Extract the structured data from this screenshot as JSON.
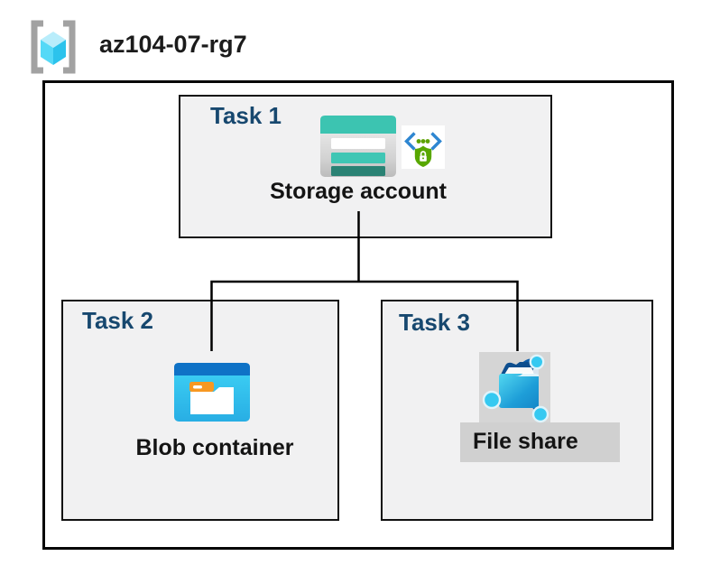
{
  "header": {
    "resource_group_name": "az104-07-rg7"
  },
  "tasks": [
    {
      "label": "Task 1",
      "item": "Storage account"
    },
    {
      "label": "Task 2",
      "item": "Blob container"
    },
    {
      "label": "Task 3",
      "item": "File share"
    }
  ],
  "connections": [
    {
      "from": "Storage account",
      "to": "Blob container"
    },
    {
      "from": "Storage account",
      "to": "File share"
    }
  ],
  "icons": {
    "resource_group": "resource-group-icon",
    "storage_account": "storage-account-icon",
    "secure_endpoint": "secure-endpoint-icon",
    "blob_container": "blob-container-icon",
    "file_share": "file-share-icon"
  },
  "colors": {
    "task_label": "#17486F",
    "box_fill": "#F1F1F2",
    "box_border": "#000000",
    "highlight_gray": "#D2D2D2",
    "storage_teal": "#3CC4B1",
    "storage_teal_dark": "#2A8274",
    "blob_header_blue": "#0F72C6",
    "blob_body_cyan": "#3FD3F6",
    "folder_navy": "#0D4E8E",
    "node_cyan": "#35C9F1",
    "shield_green": "#58A700",
    "bracket_blue": "#2E86D1",
    "tab_orange": "#F79822"
  }
}
